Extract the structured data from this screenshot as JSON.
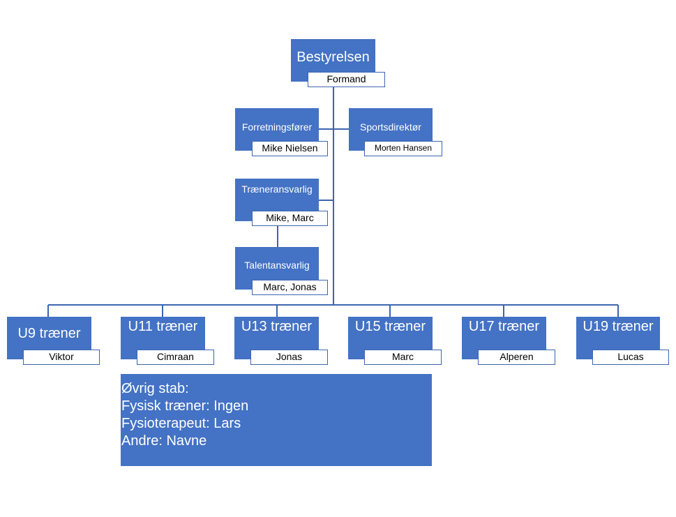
{
  "board": {
    "title": "Bestyrelsen",
    "role": "Formand"
  },
  "business_manager": {
    "title": "Forretningsfører",
    "name": "Mike Nielsen"
  },
  "sports_director": {
    "title": "Sportsdirektør",
    "name": "Morten Hansen"
  },
  "coach_manager": {
    "title": "Træneransvarlig",
    "name": "Mike, Marc"
  },
  "talent_manager": {
    "title": "Talentansvarlig",
    "name": "Marc, Jonas"
  },
  "teams": [
    {
      "title": "U9 træner",
      "name": "Viktor"
    },
    {
      "title": "U11 træner",
      "name": "Cimraan"
    },
    {
      "title": "U13 træner",
      "name": "Jonas"
    },
    {
      "title": "U15 træner",
      "name": "Marc"
    },
    {
      "title": "U17 træner",
      "name": "Alperen"
    },
    {
      "title": "U19 træner",
      "name": "Lucas"
    }
  ],
  "other_staff": {
    "heading": "Øvrig stab:",
    "lines": [
      "Fysisk træner: Ingen",
      "Fysioterapeut: Lars",
      "Andre: Navne"
    ]
  },
  "colors": {
    "box": "#4472C4",
    "line": "#3B65B0",
    "label_bg": "#FFFFFF"
  }
}
